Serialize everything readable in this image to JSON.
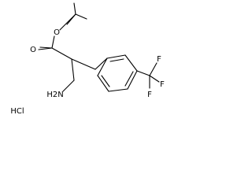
{
  "structure": {
    "atoms": {
      "ester_oxygen": "O",
      "carbonyl_oxygen": "O",
      "amine": "H2N",
      "fluorine_1": "F",
      "fluorine_2": "F",
      "fluorine_3": "F"
    },
    "counterion": "HCl"
  }
}
